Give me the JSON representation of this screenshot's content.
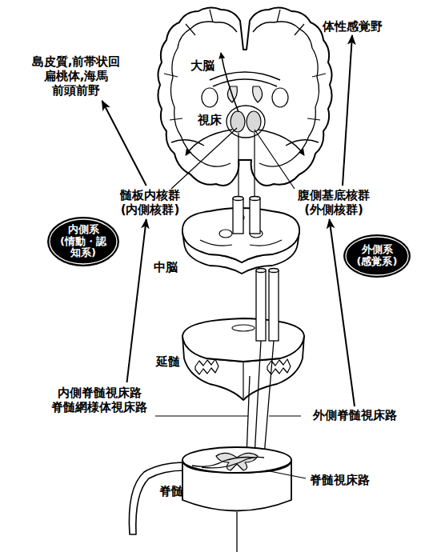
{
  "diagram": {
    "nodes": [
      {
        "text": [
          "体性感覚野"
        ]
      },
      {
        "text": [
          "島皮質,前帯状回 扁桃体,海馬 前頭前野"
        ]
      },
      {
        "text": [
          "髄板内核群 (内側核群)"
        ]
      },
      {
        "text": [
          "腹側基底核群 (外側核群)"
        ]
      },
      {
        "text": [
          "内側系 (情動・認知系)"
        ]
      },
      {
        "text": [
          "外側系 (感覚系)"
        ]
      },
      {
        "text": [
          "内側脊髄視床路 脊髄網様体視床路"
        ]
      },
      {
        "text": [
          "外側脊髄視床路"
        ]
      }
    ],
    "edges": [
      {
        "from": 6,
        "to": 2,
        "arrow": "to"
      },
      {
        "from": 2,
        "to": 1,
        "arrow": "to"
      },
      {
        "from": 7,
        "to": 3,
        "arrow": "to"
      },
      {
        "from": 3,
        "to": 0,
        "arrow": "to"
      }
    ],
    "labels": [
      "大脳",
      "視床",
      "中脳",
      "延髄",
      "脊髄視床路",
      "脊髄"
    ]
  }
}
